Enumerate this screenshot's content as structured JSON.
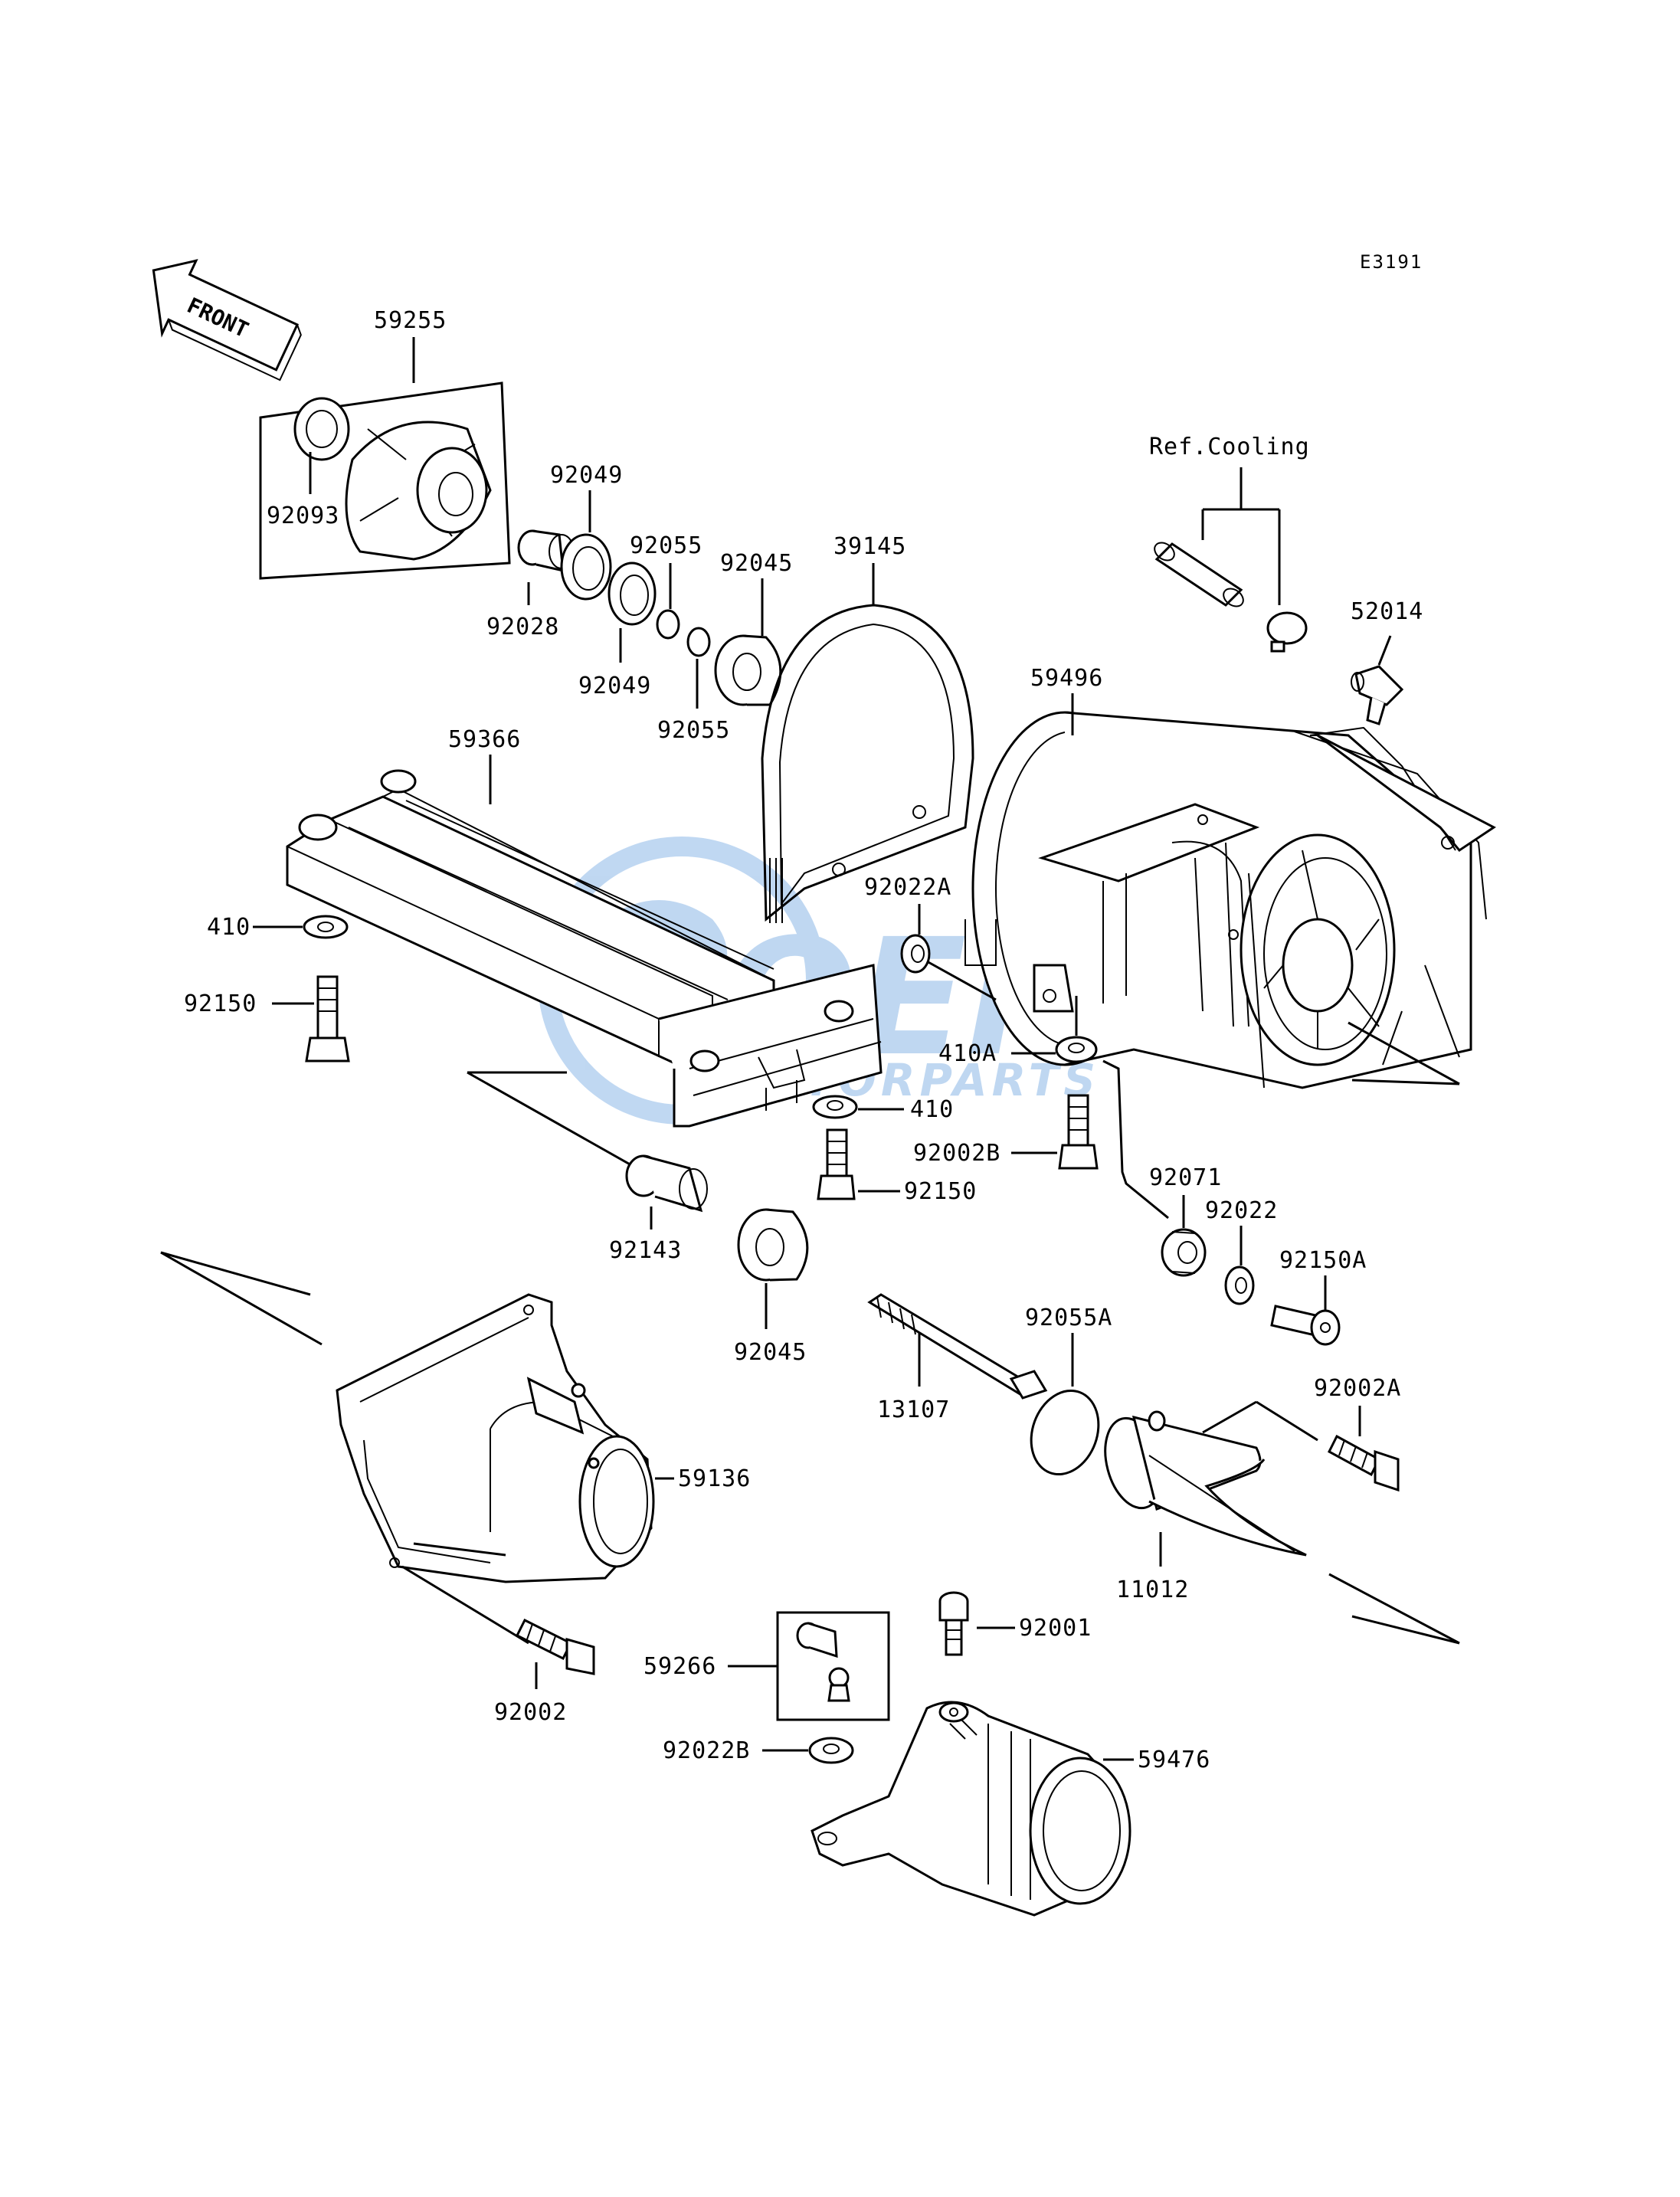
{
  "diagram_code": "E3191",
  "front_marker": "FRONT",
  "ref_note": "Ref.Cooling",
  "watermark": {
    "brand": "OEM",
    "sub": "MOTORPARTS",
    "color": "#4a90d9"
  },
  "callouts": {
    "p59255": "59255",
    "p92093": "92093",
    "p92049a": "92049",
    "p92049b": "92049",
    "p92055a": "92055",
    "p92055b": "92055",
    "p92028": "92028",
    "p92045a": "92045",
    "p92045b": "92045",
    "p39145": "39145",
    "p52014": "52014",
    "p59496": "59496",
    "p59366": "59366",
    "p410a": "410",
    "p410b": "410",
    "p410A": "410A",
    "p92150a": "92150",
    "p92150b": "92150",
    "p92150A": "92150A",
    "p92022A": "92022A",
    "p92002B": "92002B",
    "p92071": "92071",
    "p92022": "92022",
    "p92143": "92143",
    "p13107": "13107",
    "p92055A": "92055A",
    "p92002A": "92002A",
    "p59136": "59136",
    "p11012": "11012",
    "p92001": "92001",
    "p59266": "59266",
    "p92002": "92002",
    "p92022B": "92022B",
    "p59476": "59476"
  }
}
